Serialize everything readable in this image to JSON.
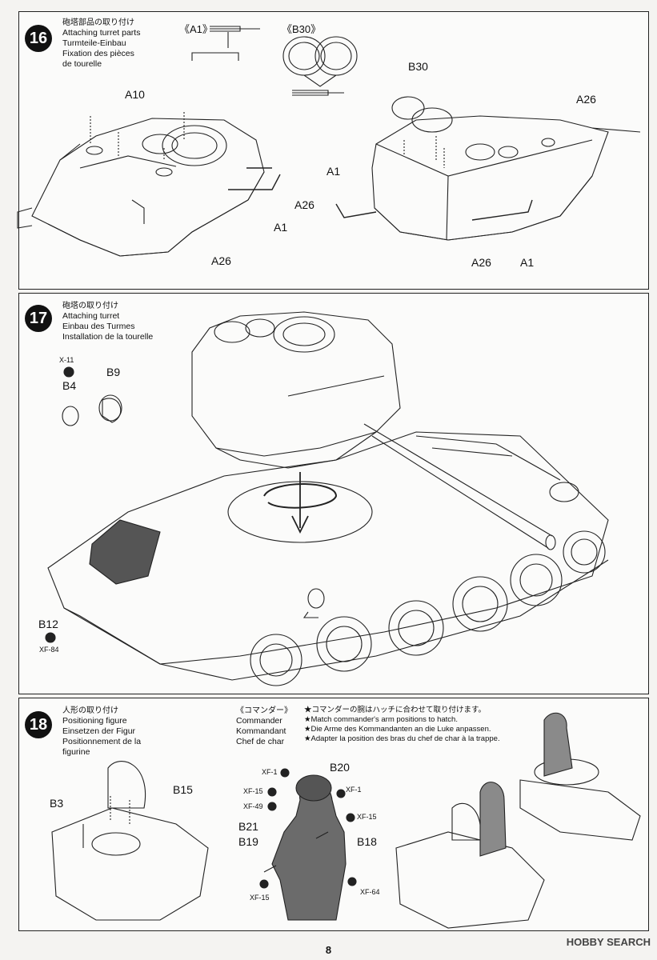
{
  "page_number": "8",
  "watermark": "HOBBY SEARCH",
  "step16": {
    "number": "16",
    "title_jp": "砲塔部品の取り付け",
    "title_en": "Attaching turret parts",
    "title_de": "Turmteile-Einbau",
    "title_fr1": "Fixation des pièces",
    "title_fr2": "de tourelle",
    "part_a1": "《A1》",
    "part_b30": "《B30》",
    "labels": {
      "a10": "A10",
      "a26_left1": "A26",
      "a26_left2": "A26",
      "a1_left": "A1",
      "b30": "B30",
      "a26_right1": "A26",
      "a1_right1": "A1",
      "a26_right2": "A26",
      "a1_right2": "A1"
    }
  },
  "step17": {
    "number": "17",
    "title_jp": "砲塔の取り付け",
    "title_en": "Attaching turret",
    "title_de": "Einbau des Turmes",
    "title_fr": "Installation de la tourelle",
    "paint_x11": "X-11",
    "b4": "B4",
    "b9": "B9",
    "b12": "B12",
    "paint_xf84": "XF-84"
  },
  "step18": {
    "number": "18",
    "title_jp": "人形の取り付け",
    "title_en": "Positioning figure",
    "title_de": "Einsetzen der Figur",
    "title_fr1": "Positionnement de la",
    "title_fr2": "figurine",
    "commander_jp": "《コマンダー》",
    "commander_en": "Commander",
    "commander_de": "Kommandant",
    "commander_fr": "Chef de char",
    "note_jp": "★コマンダーの腕はハッチに合わせて取り付けます。",
    "note_en1": "★Match commander's arm positions to hatch.",
    "note_en2": "★Die Arme des Kommandanten an die Luke anpassen.",
    "note_fr": "★Adapter la position des bras du chef de char à la trappe.",
    "b15": "B15",
    "b3": "B3",
    "b20": "B20",
    "b21": "B21",
    "b19": "B19",
    "b18": "B18",
    "paints": {
      "xf1_a": "XF-1",
      "xf15_a": "XF-15",
      "xf49": "XF-49",
      "xf1_b": "XF-1",
      "xf15_b": "XF-15",
      "xf15_c": "XF-15",
      "xf64": "XF-64"
    }
  }
}
